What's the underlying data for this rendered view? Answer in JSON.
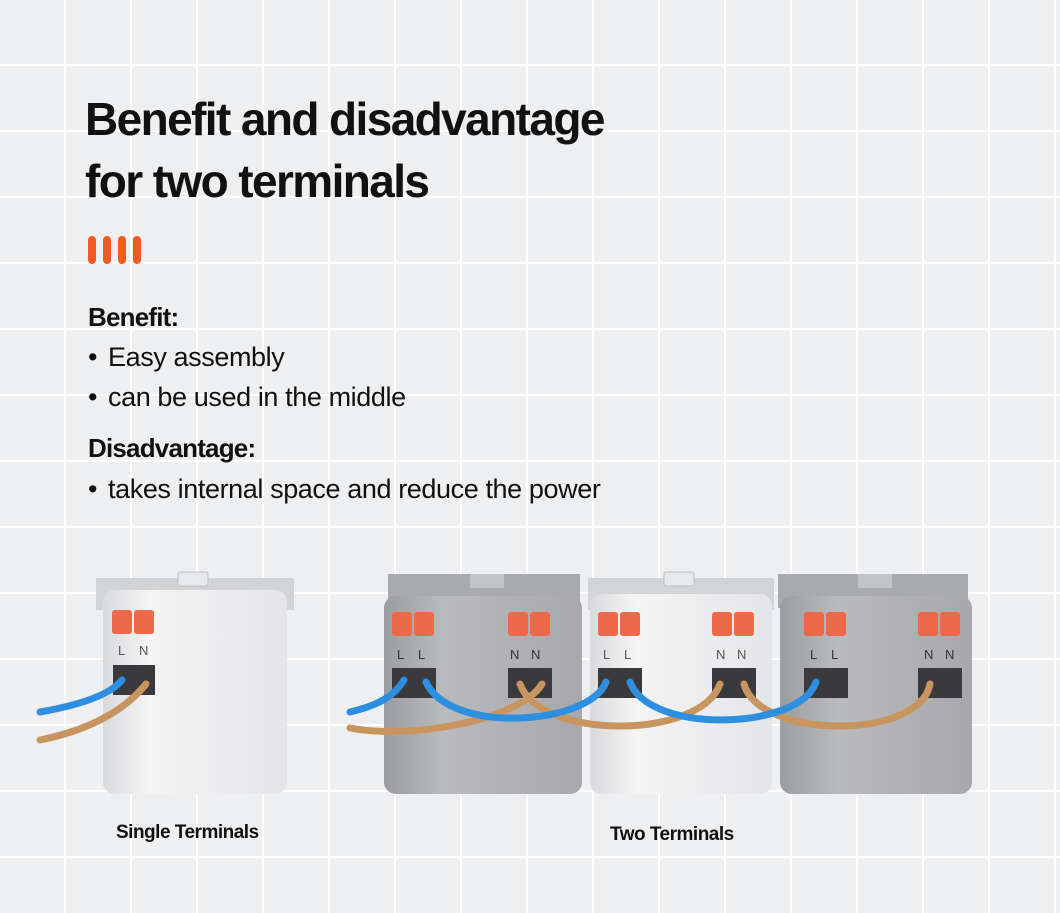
{
  "title": {
    "line1": "Benefit and disadvantage",
    "line2": "for two terminals"
  },
  "benefit": {
    "heading": "Benefit:",
    "items": [
      "Easy assembly",
      "can be used in the middle"
    ]
  },
  "disadvantage": {
    "heading": "Disadvantage:",
    "items": [
      "takes internal space and reduce the power"
    ]
  },
  "bullet_char": "•",
  "terminal_labels": {
    "live": "L",
    "neutral": "N"
  },
  "captions": {
    "single": "Single Terminals",
    "two": "Two Terminals"
  },
  "colors": {
    "accent": "#f15a22",
    "wire_live": "#2e8fe0",
    "wire_neutral": "#c89560",
    "terminal_lever": "#ec6a4a"
  }
}
